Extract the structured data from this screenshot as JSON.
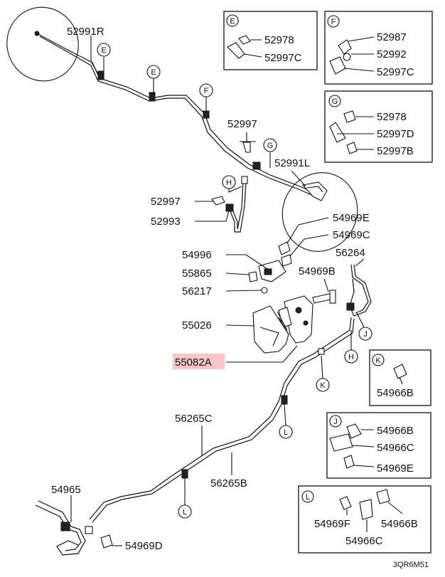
{
  "parts": {
    "p52991R": "52991R",
    "p52997": "52997",
    "p52991L": "52991L",
    "p52997_h": "52997",
    "p52993": "52993",
    "p54969E": "54969E",
    "p54969C": "54969C",
    "p54996": "54996",
    "p55865": "55865",
    "p56217": "56217",
    "p56264": "56264",
    "p54969B": "54969B",
    "p55026": "55026",
    "p55082A": "55082A",
    "p56265C": "56265C",
    "p56265B": "56265B",
    "p54965": "54965",
    "p54969D": "54969D"
  },
  "callouts": [
    "E",
    "E",
    "F",
    "G",
    "H",
    "H",
    "J",
    "K",
    "L",
    "L"
  ],
  "boxes": {
    "E": {
      "letter": "E",
      "labels": [
        "52978",
        "52997C"
      ]
    },
    "F": {
      "letter": "F",
      "labels": [
        "52987",
        "52992",
        "52997C"
      ]
    },
    "G": {
      "letter": "G",
      "labels": [
        "52978",
        "52997D",
        "52997B"
      ]
    },
    "K": {
      "letter": "K",
      "labels": [
        "54966B"
      ]
    },
    "J": {
      "letter": "J",
      "labels": [
        "54966B",
        "54966C",
        "54969E"
      ]
    },
    "L": {
      "letter": "L",
      "labels": [
        "54969F",
        "54966B",
        "54966C"
      ]
    }
  },
  "diagram_code": "3QR6M51",
  "highlight_color": "#f6c6c6"
}
